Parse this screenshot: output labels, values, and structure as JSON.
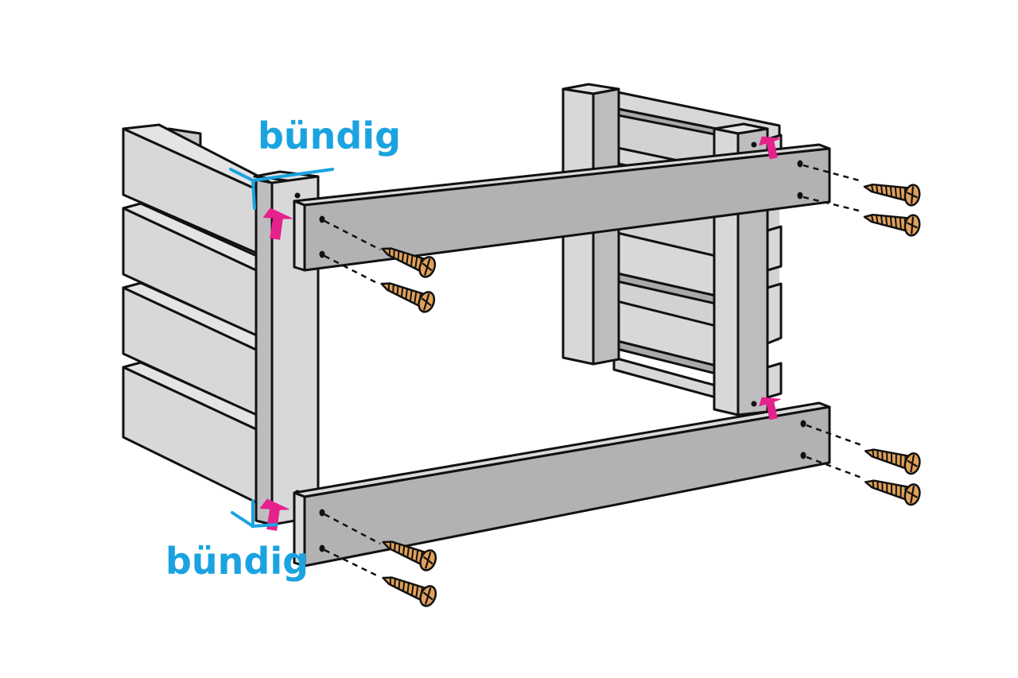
{
  "labels": {
    "flush_top": "bündig",
    "flush_bottom": "bündig"
  },
  "colors": {
    "wood_light": "#d8d8da",
    "wood_mid": "#c4c4c6",
    "wood_dark": "#a9a9ab",
    "board": "#b2b2b4",
    "board_edge": "#dadadb",
    "outline": "#111111",
    "flush_label": "#1aa3e0",
    "arrow": "#e5218c",
    "screw": "#e0a15a",
    "screw_shade": "#b8732e"
  },
  "icons": {
    "screw": "wood-screw-icon",
    "push_arrow": "push-arrow-icon",
    "flush_marker": "flush-corner-marker"
  }
}
